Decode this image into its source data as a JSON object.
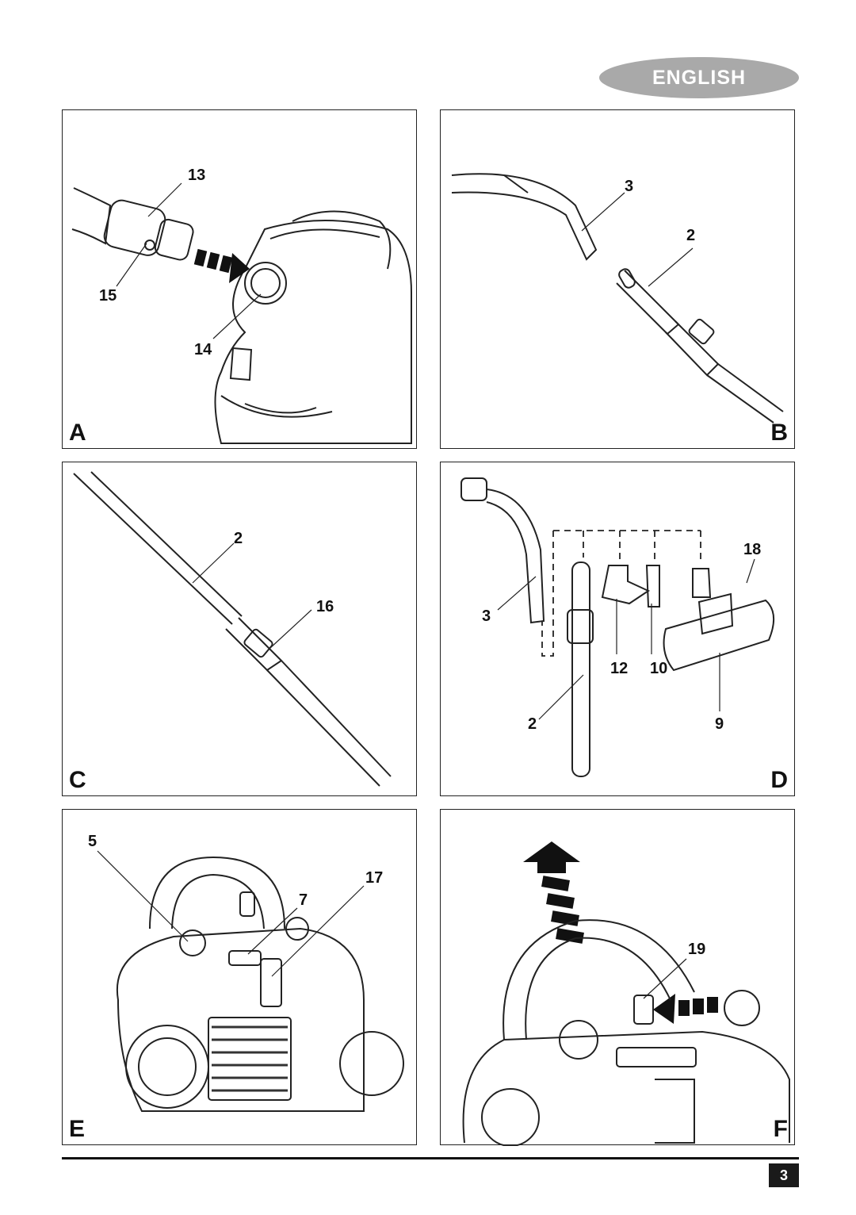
{
  "header": {
    "language_label": "ENGLISH"
  },
  "panels": {
    "A": {
      "letter": "A",
      "callouts": [
        "13",
        "15",
        "14"
      ]
    },
    "B": {
      "letter": "B",
      "callouts": [
        "3",
        "2"
      ]
    },
    "C": {
      "letter": "C",
      "callouts": [
        "2",
        "16"
      ]
    },
    "D": {
      "letter": "D",
      "callouts": [
        "18",
        "3",
        "12",
        "10",
        "2",
        "9"
      ]
    },
    "E": {
      "letter": "E",
      "callouts": [
        "5",
        "17",
        "7"
      ]
    },
    "F": {
      "letter": "F",
      "callouts": [
        "19"
      ]
    }
  },
  "footer": {
    "page_number": "3"
  }
}
